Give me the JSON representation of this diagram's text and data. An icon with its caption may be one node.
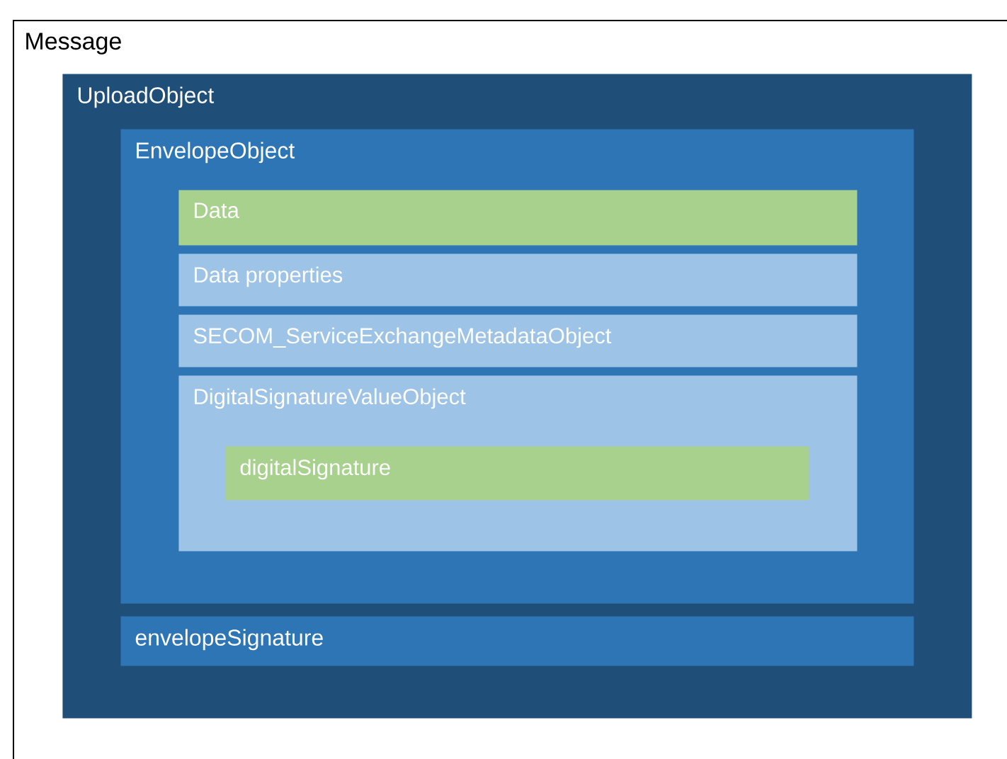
{
  "diagram": {
    "nodes": [
      {
        "text": [
          "Message"
        ]
      },
      {
        "text": [
          "UploadObject"
        ],
        "in": 0
      },
      {
        "text": [
          "EnvelopeObject"
        ],
        "in": 1
      },
      {
        "text": [
          "Data"
        ],
        "in": 2
      },
      {
        "text": [
          "Data properties"
        ],
        "in": 2
      },
      {
        "text": [
          "SECOM_ServiceExchangeMetadataObject"
        ],
        "in": 2
      },
      {
        "text": [
          "DigitalSignatureValueObject"
        ],
        "in": 2
      },
      {
        "text": [
          "digitalSignature"
        ],
        "in": 6
      },
      {
        "text": [
          "envelopeSignature"
        ],
        "in": 1
      }
    ]
  }
}
